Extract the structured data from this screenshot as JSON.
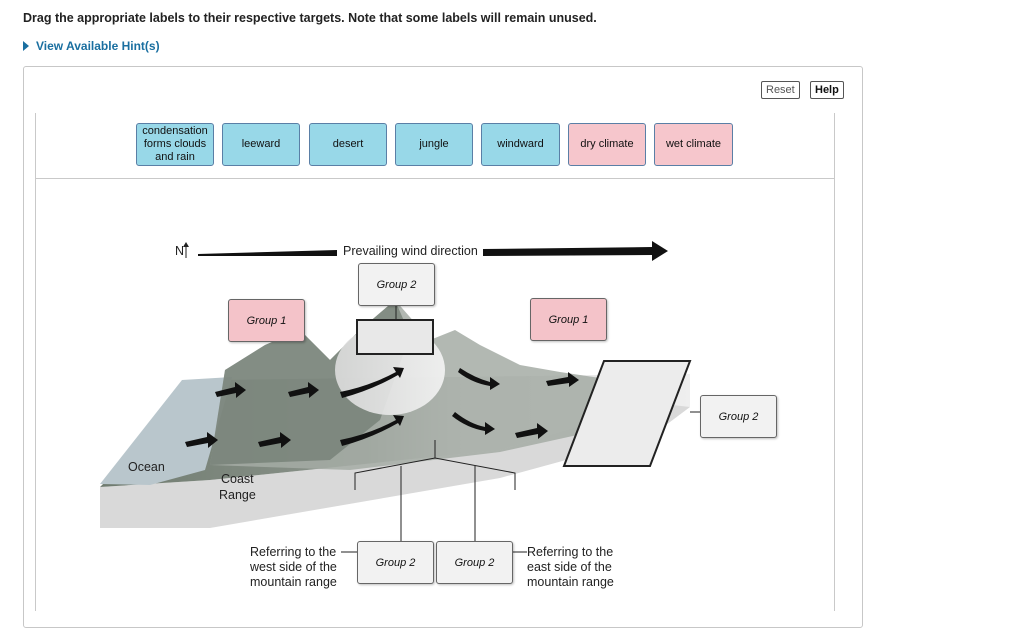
{
  "instruction": "Drag the appropriate labels to their respective targets. Note that some labels will remain unused.",
  "hint_link": "View Available Hint(s)",
  "buttons": {
    "reset": "Reset",
    "help": "Help"
  },
  "labels": [
    {
      "text": "condensation forms clouds and rain",
      "color": "#98d8e8"
    },
    {
      "text": "leeward",
      "color": "#98d8e8"
    },
    {
      "text": "desert",
      "color": "#98d8e8"
    },
    {
      "text": "jungle",
      "color": "#98d8e8"
    },
    {
      "text": "windward",
      "color": "#98d8e8"
    },
    {
      "text": "dry climate",
      "color": "#f6c6cc"
    },
    {
      "text": "wet climate",
      "color": "#f6c6cc"
    }
  ],
  "targets": {
    "group1_left": "Group 1",
    "group2_top": "Group 2",
    "group1_right": "Group 1",
    "group2_right": "Group 2",
    "group2_bottom_left": "Group 2",
    "group2_bottom_right": "Group 2"
  },
  "diagram": {
    "north": "N",
    "wind_direction": "Prevailing wind direction",
    "ocean": "Ocean",
    "coast_range_line1": "Coast",
    "coast_range_line2": "Range",
    "west_caption": [
      "Referring to the",
      "west side of the",
      "mountain range"
    ],
    "east_caption": [
      "Referring to the",
      "east side of the",
      "mountain range"
    ]
  }
}
